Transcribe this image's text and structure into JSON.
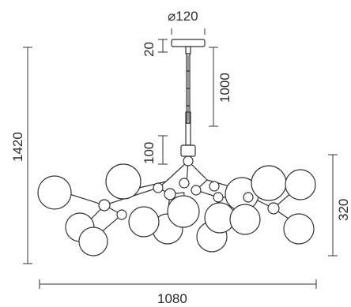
{
  "dimensions": {
    "canopy_diameter": "⌀120",
    "canopy_height": "20",
    "chain_length": "1000",
    "total_height": "1420",
    "body_height": "100",
    "fixture_height": "320",
    "total_width": "1080"
  }
}
